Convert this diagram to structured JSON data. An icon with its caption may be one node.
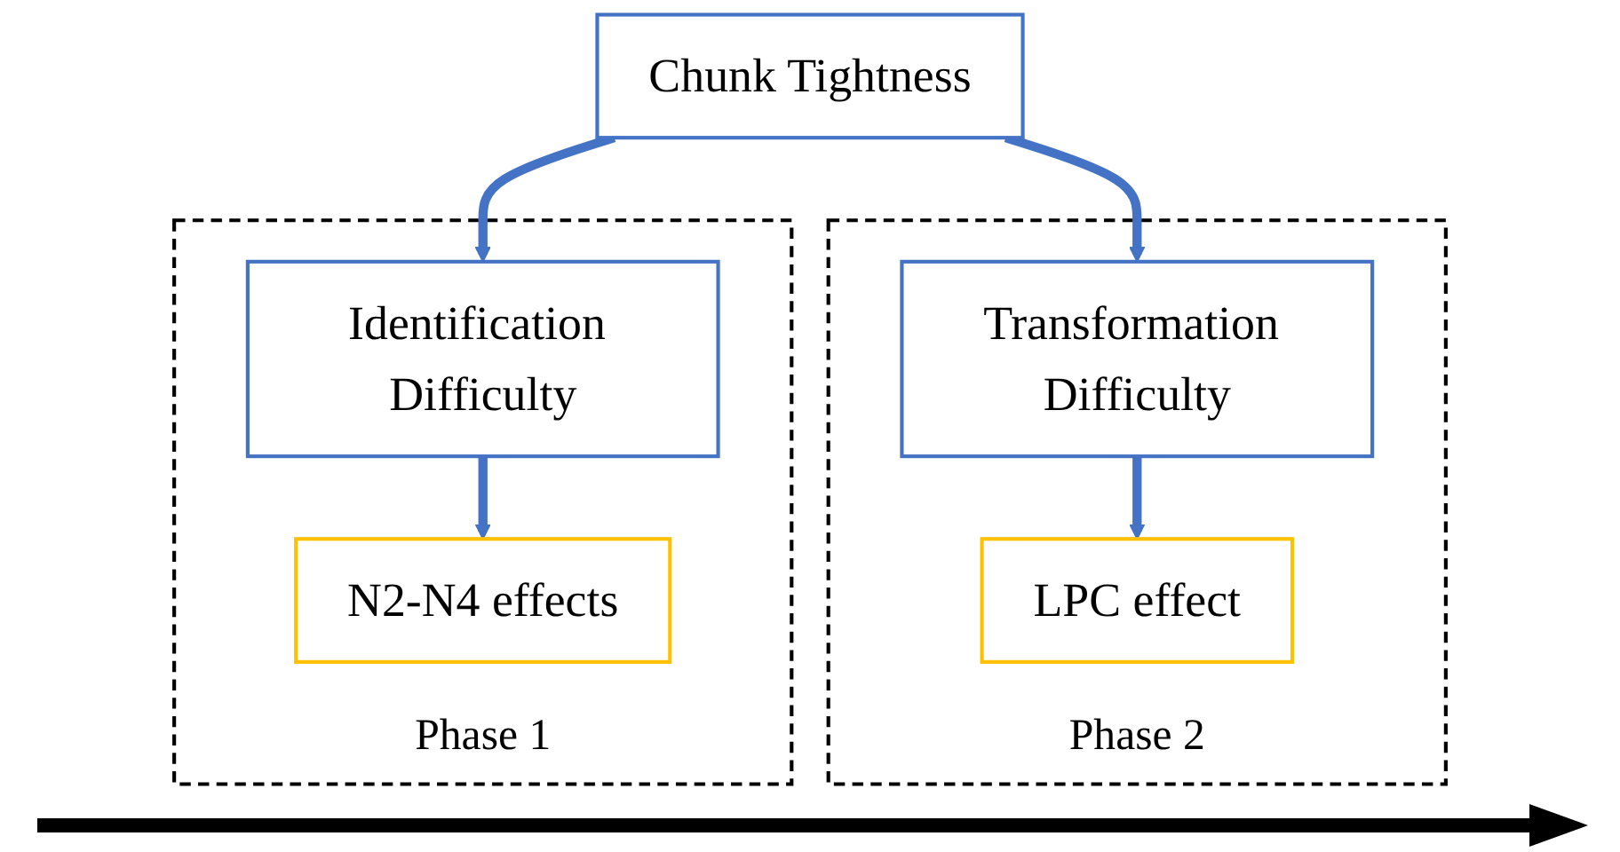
{
  "diagram": {
    "nodes": [
      {
        "text": [
          "Chunk Tightness"
        ]
      },
      {
        "text": [
          "Phase 1"
        ]
      },
      {
        "text": [
          "Identification Difficulty"
        ],
        "in": 1
      },
      {
        "text": [
          "N2-N4 effects"
        ],
        "in": 1
      },
      {
        "text": [
          "Phase 2"
        ]
      },
      {
        "text": [
          "Transformation Difficulty"
        ],
        "in": 4
      },
      {
        "text": [
          "LPC effect"
        ],
        "in": 4
      }
    ],
    "edges": [
      {
        "from": 0,
        "to": 2,
        "arrow": "to"
      },
      {
        "from": 2,
        "to": 3,
        "arrow": "to"
      },
      {
        "from": 0,
        "to": 5,
        "arrow": "to"
      },
      {
        "from": 5,
        "to": 6,
        "arrow": "to"
      }
    ]
  }
}
